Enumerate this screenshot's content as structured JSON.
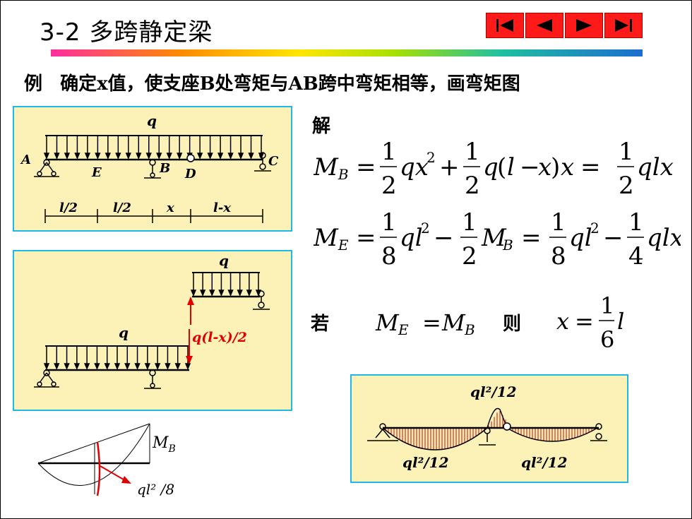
{
  "slide": {
    "title": "3-2  多跨静定梁"
  },
  "nav": [
    {
      "name": "first-slide-button",
      "icon": "skip-back-icon"
    },
    {
      "name": "prev-slide-button",
      "icon": "triangle-left-icon"
    },
    {
      "name": "next-slide-button",
      "icon": "triangle-right-icon"
    },
    {
      "name": "last-slide-button",
      "icon": "skip-forward-icon"
    }
  ],
  "problem": {
    "tag": "例",
    "text": "确定x值，使支座B处弯矩与AB跨中弯矩相等，画弯矩图"
  },
  "diagram1": {
    "load": "q",
    "points": [
      "A",
      "E",
      "B",
      "D",
      "C"
    ],
    "dims": [
      "l/2",
      "l/2",
      "x",
      "l-x"
    ]
  },
  "diagram2": {
    "load_upper": "q",
    "load_lower": "q",
    "reaction": "q(l-x)/2"
  },
  "diagram3": {
    "label_mb": "M",
    "label_mb_sub": "B",
    "label_mid": "ql² /8"
  },
  "solution": {
    "heading": "解",
    "eq1": {
      "lhs": "M",
      "lhs_sub": "B"
    },
    "eq2": {
      "lhs": "M",
      "lhs_sub": "E"
    },
    "cond_prefix": "若",
    "cond_then": "则"
  },
  "moment_diagram": {
    "top": "ql²/12",
    "bottom_left": "ql²/12",
    "bottom_right": "ql²/12"
  },
  "colors": {
    "nav_red": "#ff1a1a",
    "panel_fill": "#fcf2b8",
    "panel_border": "#20b8e8",
    "arrow_red": "#e00000",
    "hatch_red": "#d40000"
  }
}
